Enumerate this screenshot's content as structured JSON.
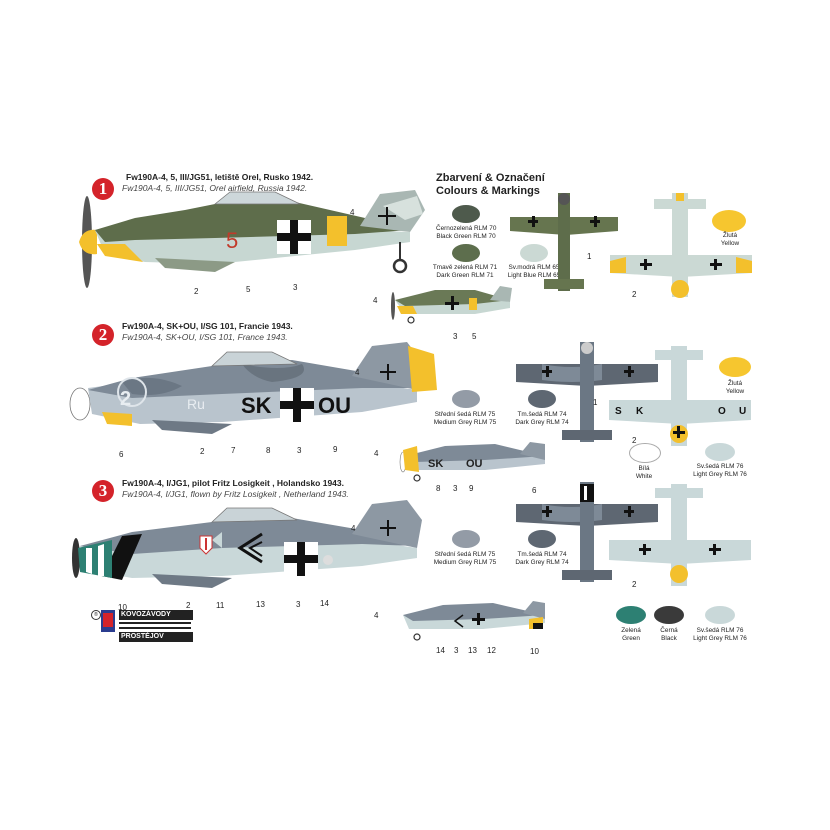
{
  "schemes": [
    {
      "number": "1",
      "title_cz": "Fw190A-4, 5, III/JG51, letiště Orel, Rusko 1942.",
      "title_en": "Fw190A-4, 5, III/JG51, Orel airfield, Russia 1942.",
      "fuselage_code": "5",
      "callouts_main": [
        "4",
        "2",
        "5",
        "3"
      ],
      "callouts_small": [
        "4",
        "3",
        "5"
      ]
    },
    {
      "number": "2",
      "title_cz": "Fw190A-4, SK+OU, I/SG 101, Francie 1943.",
      "title_en": "Fw190A-4, SK+OU, I/SG 101, France 1943.",
      "fuselage_code_left": "SK",
      "fuselage_code_right": "OU",
      "side_code": "Ru",
      "nose_numeral": "2",
      "callouts_main": [
        "4",
        "6",
        "2",
        "7",
        "8",
        "3",
        "9"
      ],
      "callouts_small": [
        "4",
        "8",
        "3",
        "9",
        "6"
      ],
      "wing_code": [
        "S",
        "K",
        "O",
        "U"
      ]
    },
    {
      "number": "3",
      "title_cz": "Fw190A-4, I/JG1, pilot Fritz Losigkeit , Holandsko 1943.",
      "title_en": "Fw190A-4, I/JG1, flown by Fritz Losigkeit , Netherland 1943.",
      "callouts_main": [
        "4",
        "10",
        "2",
        "11",
        "13",
        "3",
        "14"
      ],
      "callouts_small": [
        "4",
        "14",
        "3",
        "13",
        "12",
        "10"
      ]
    }
  ],
  "legend": {
    "title_cz": "Zbarvení & Označení",
    "title_en": "Colours & Markings"
  },
  "swatches": [
    {
      "cz": "Černozelená RLM 70",
      "en": "Black Green RLM 70",
      "color": "#4e5a4c"
    },
    {
      "cz": "Tmavě zelená RLM 71",
      "en": "Dark Green RLM 71",
      "color": "#5d6e4d"
    },
    {
      "cz": "Sv.modrá RLM 65",
      "en": "Light Blue RLM 65",
      "color": "#cbd9d4"
    },
    {
      "cz": "Žlutá",
      "en": "Yellow",
      "color": "#f6c62f"
    },
    {
      "cz": "Střední šedá RLM 75",
      "en": "Medium Grey RLM 75",
      "color": "#939ba6"
    },
    {
      "cz": "Tm.šedá RLM 74",
      "en": "Dark Grey RLM 74",
      "color": "#5e6772"
    },
    {
      "cz": "Žlutá",
      "en": "Yellow",
      "color": "#f6c62f"
    },
    {
      "cz": "Bílá",
      "en": "White",
      "color": "#ffffff"
    },
    {
      "cz": "Sv.šedá RLM 76",
      "en": "Light Grey RLM 76",
      "color": "#c9d8d9"
    },
    {
      "cz": "Střední šedá RLM 75",
      "en": "Medium Grey RLM 75",
      "color": "#939ba6"
    },
    {
      "cz": "Tm.šedá RLM 74",
      "en": "Dark Grey RLM 74",
      "color": "#5e6772"
    },
    {
      "cz": "Zelená",
      "en": "Green",
      "color": "#2d8073"
    },
    {
      "cz": "Černá",
      "en": "Black",
      "color": "#3a3a3a"
    },
    {
      "cz": "Sv.šedá RLM 76",
      "en": "Light Grey RLM 76",
      "color": "#c9d8d9"
    }
  ],
  "planform_callouts": [
    "1",
    "2",
    "1",
    "2",
    "2"
  ],
  "logo": {
    "line1": "KOVOZÁVODY",
    "line2": "PROSTĚJOV"
  }
}
